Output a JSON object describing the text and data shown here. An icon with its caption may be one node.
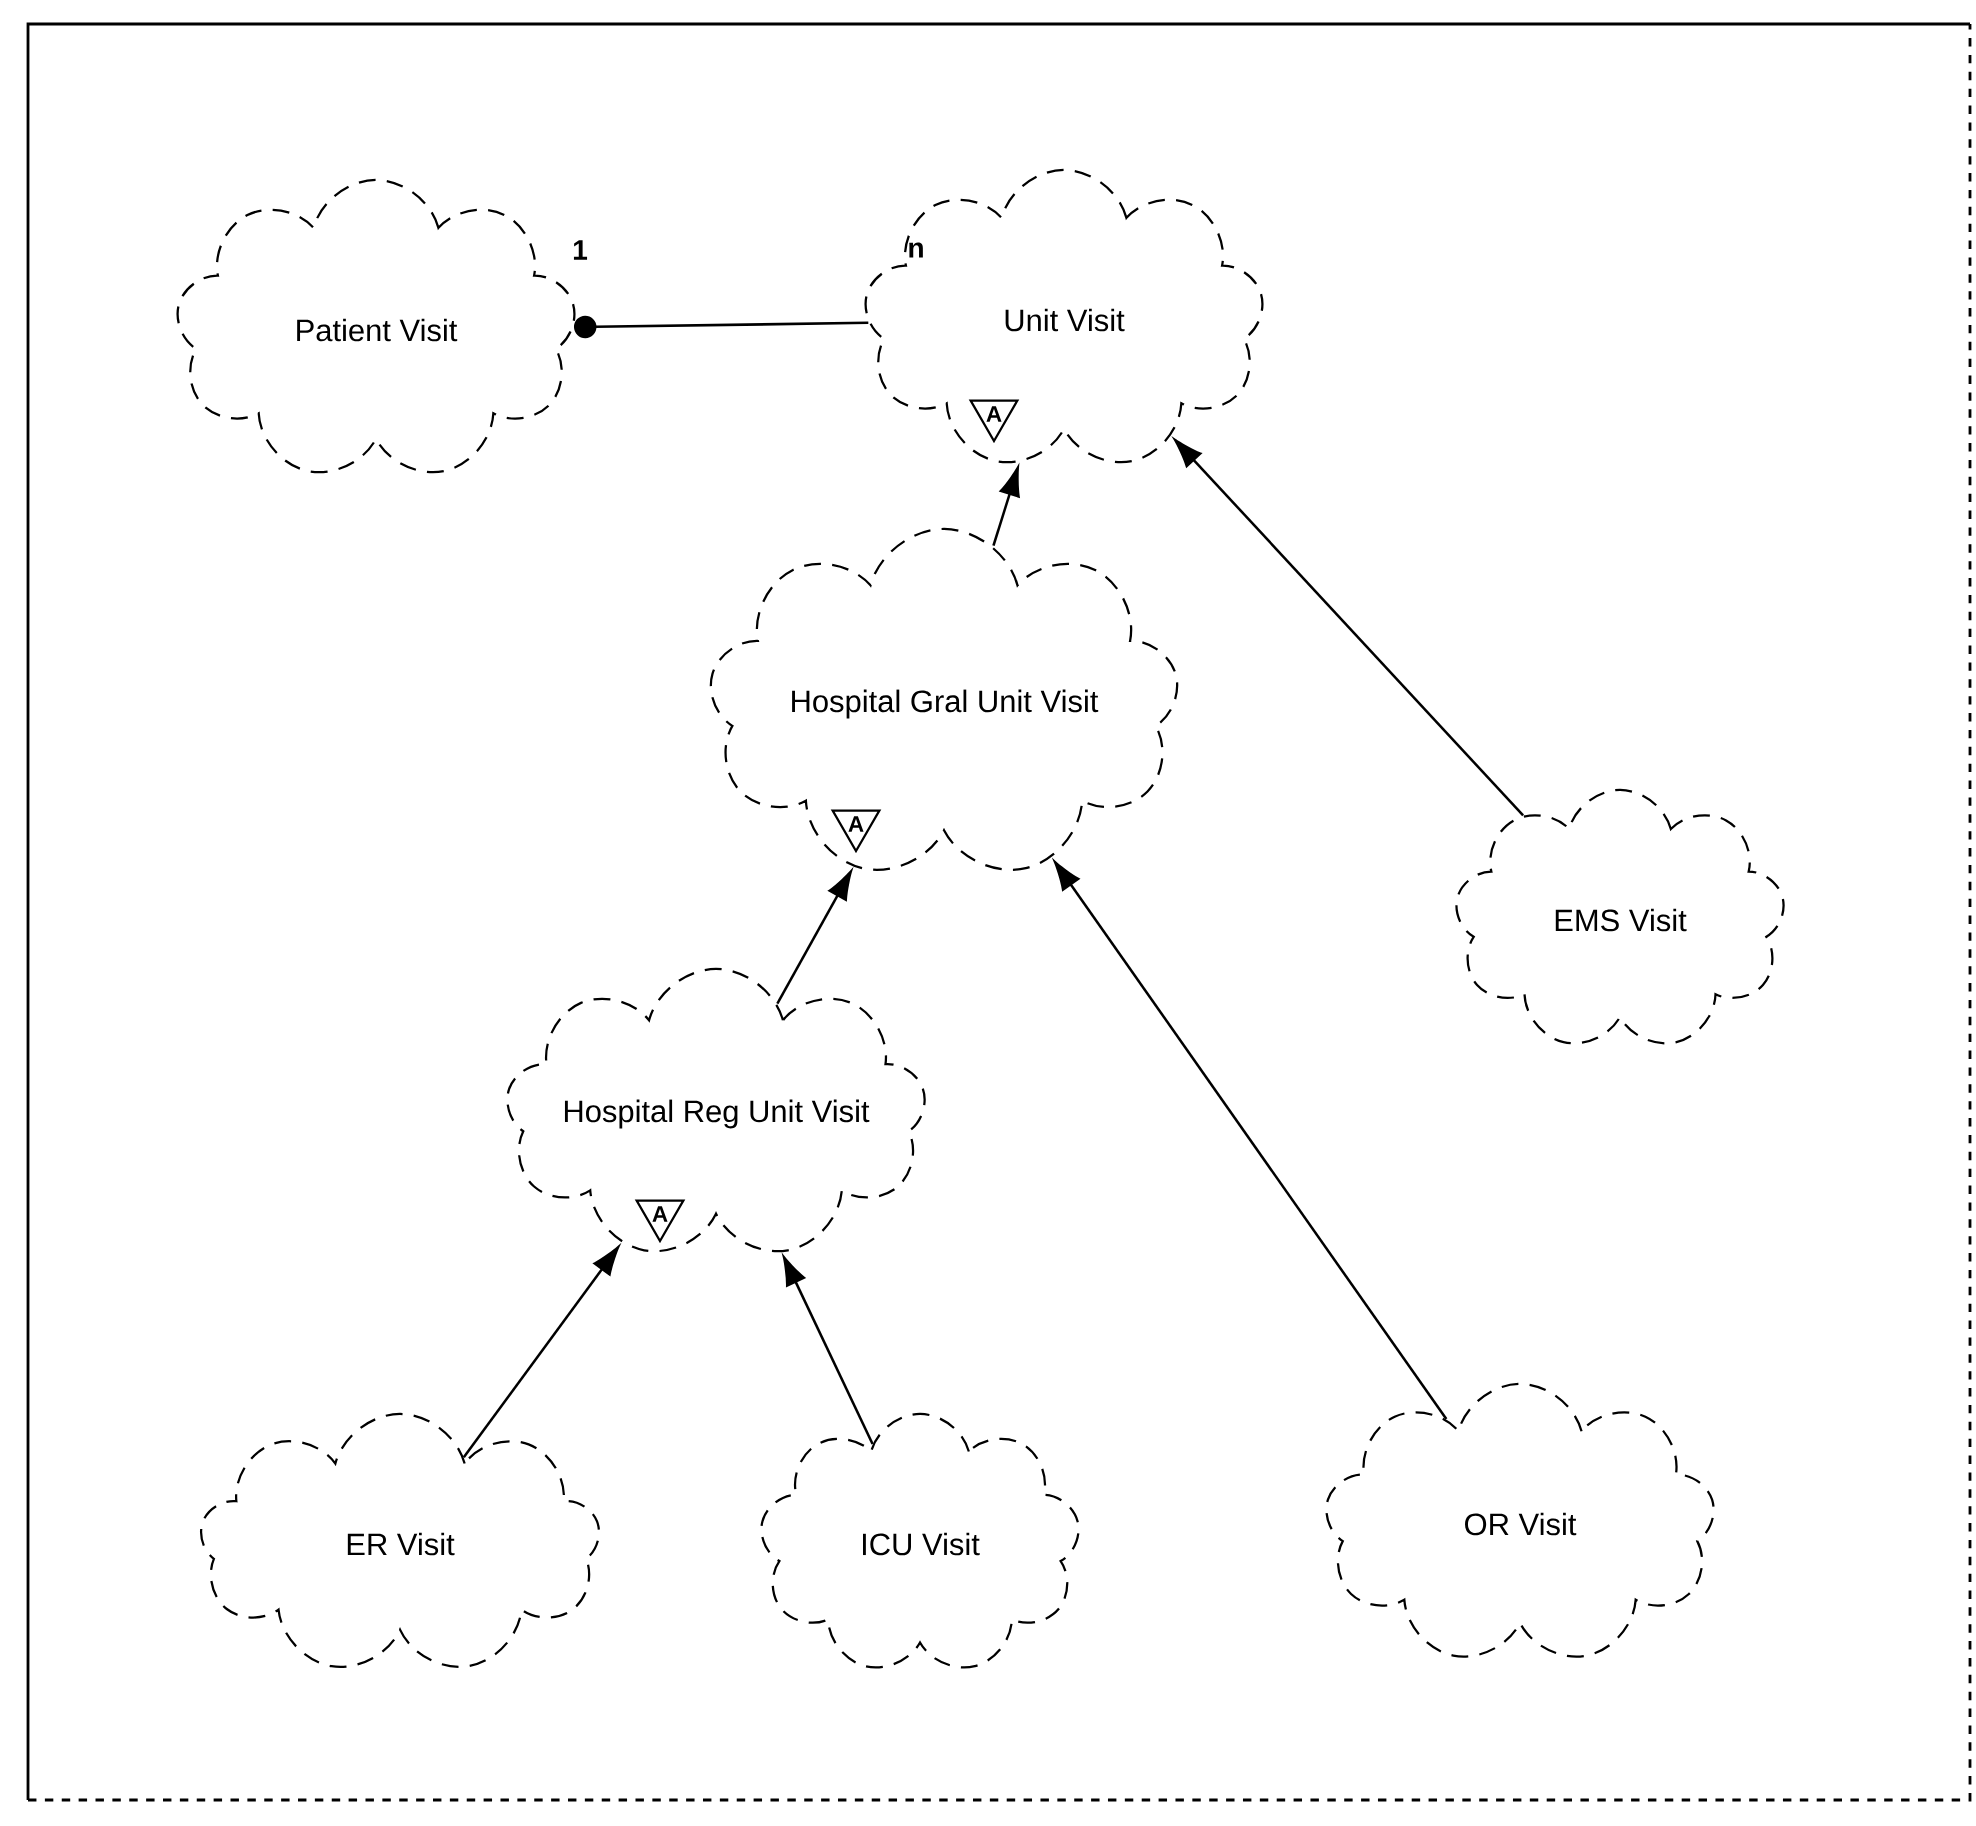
{
  "diagram": {
    "nodes": [
      {
        "text": [
          "Patient Visit"
        ]
      },
      {
        "text": [
          "Unit Visit"
        ]
      },
      {
        "text": [
          "Hospital Gral Unit Visit"
        ]
      },
      {
        "text": [
          "EMS Visit"
        ]
      },
      {
        "text": [
          "Hospital Reg Unit Visit"
        ]
      },
      {
        "text": [
          "ER Visit"
        ]
      },
      {
        "text": [
          "ICU Visit"
        ]
      },
      {
        "text": [
          "OR Visit"
        ]
      }
    ],
    "edges": [
      {
        "from": 0,
        "to": 1,
        "arrow": "other"
      },
      {
        "from": 2,
        "to": 1,
        "arrow": "to"
      },
      {
        "from": 3,
        "to": 1,
        "arrow": "to"
      },
      {
        "from": 4,
        "to": 2,
        "arrow": "to"
      },
      {
        "from": 7,
        "to": 2,
        "arrow": "to"
      },
      {
        "from": 5,
        "to": 4,
        "arrow": "to"
      },
      {
        "from": 6,
        "to": 4,
        "arrow": "to"
      }
    ],
    "labels": [
      "1",
      "n",
      "A",
      "A",
      "A"
    ]
  }
}
